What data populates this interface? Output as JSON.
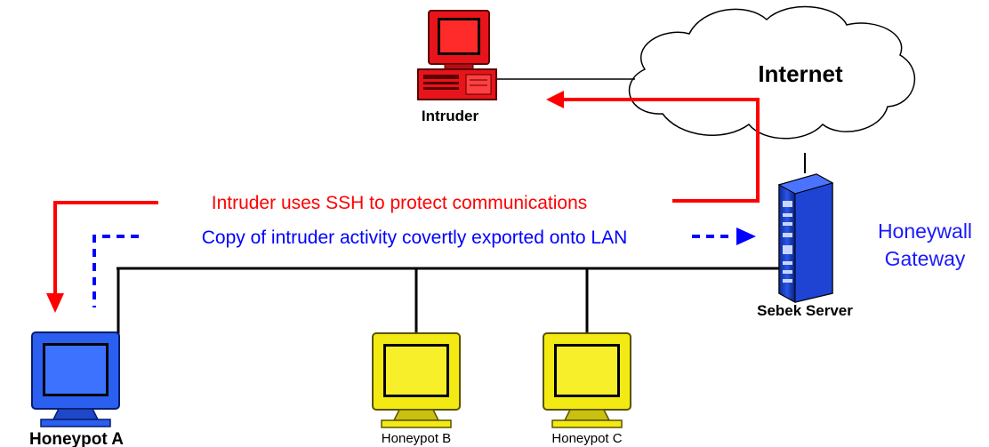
{
  "nodes": {
    "internet": "Internet",
    "intruder": "Intruder",
    "honeywall": [
      "Honeywall",
      "Gateway"
    ],
    "sebek_server": "Sebek Server",
    "honeypot_a": "Honeypot A",
    "honeypot_b": "Honeypot B",
    "honeypot_c": "Honeypot C"
  },
  "flows": {
    "ssh": "Intruder uses SSH to protect communications",
    "covert": "Copy of intruder activity covertly exported onto LAN"
  },
  "colors": {
    "intruder_computer": "#e8141b",
    "honeypot_a_computer": "#2a5ff0",
    "honeypot_bc_computer": "#f3ea14",
    "ssh_arrow": "#ff0000",
    "covert_arrow": "#0000ff",
    "honeywall_text": "#1a1aff",
    "network_line": "#000000"
  }
}
